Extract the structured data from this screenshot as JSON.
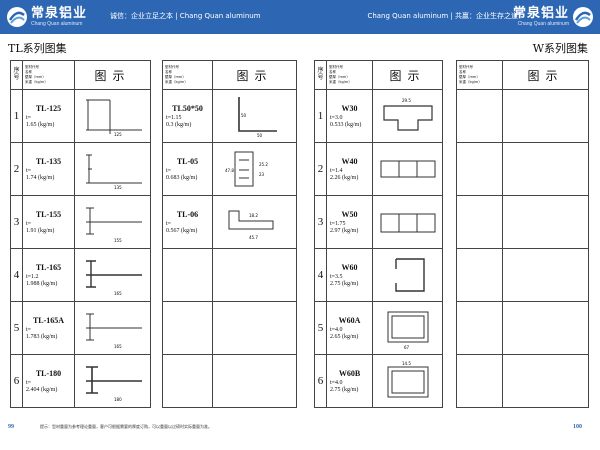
{
  "header": {
    "brand_cn": "常泉铝业",
    "brand_en": "Chang Quan aluminum",
    "slogan_left": "诚信：企业立足之本 | Chang Quan aluminum",
    "slogan_right": "Chang Quan aluminum | 共赢：企业生存之道",
    "accent": "#2d67b3"
  },
  "sections": {
    "left_title": "TL系列图集",
    "right_title": "W系列图集"
  },
  "table_header": {
    "no": "序号",
    "info": [
      "型材代号",
      "名称",
      "壁厚（mm）",
      "米重（kg/m）"
    ],
    "picture": "图示"
  },
  "tables": {
    "t1": [
      {
        "no": "1",
        "code": "TL-125",
        "t": "t=",
        "w": "1.65 (kg/m)",
        "dim": "125"
      },
      {
        "no": "2",
        "code": "TL-135",
        "t": "t=",
        "w": "1.74 (kg/m)",
        "dim": "135"
      },
      {
        "no": "3",
        "code": "TL-155",
        "t": "t=",
        "w": "1.91 (kg/m)",
        "dim": "155"
      },
      {
        "no": "4",
        "code": "TL-165",
        "t": "t=1.2",
        "w": "1.988 (kg/m)",
        "dim": "165"
      },
      {
        "no": "5",
        "code": "TL-165A",
        "t": "t=",
        "w": "1.783 (kg/m)",
        "dim": "165"
      },
      {
        "no": "6",
        "code": "TL-180",
        "t": "t=",
        "w": "2.404 (kg/m)",
        "dim": "180"
      }
    ],
    "t2": [
      {
        "code": "TL50*50",
        "t": "t=1.15",
        "w": "0.3 (kg/m)"
      },
      {
        "code": "TL-05",
        "t": "t=",
        "w": "0.683 (kg/m)"
      },
      {
        "code": "TL-06",
        "t": "t=",
        "w": "0.567 (kg/m)"
      }
    ],
    "t3": [
      {
        "no": "1",
        "code": "W30",
        "t": "t=3.0",
        "w": "0.533 (kg/m)"
      },
      {
        "no": "2",
        "code": "W40",
        "t": "t=1.4",
        "w": "2.26 (kg/m)"
      },
      {
        "no": "3",
        "code": "W50",
        "t": "t=1.75",
        "w": "2.97 (kg/m)"
      },
      {
        "no": "4",
        "code": "W60",
        "t": "t=3.5",
        "w": "2.75 (kg/m)"
      },
      {
        "no": "5",
        "code": "W60A",
        "t": "t=4.0",
        "w": "2.65 (kg/m)"
      },
      {
        "no": "6",
        "code": "W60B",
        "t": "t=4.0",
        "w": "2.75 (kg/m)"
      }
    ]
  },
  "dims": {
    "l1": "50",
    "l2": "50",
    "tl05a": "47.8",
    "tl05b": "25.2",
    "tl05c": "23",
    "tl06a": "18.2",
    "tl06b": "45.7",
    "w30": "29.5",
    "w60a": "67",
    "w60b": "14.5"
  },
  "footer": {
    "page_left": "99",
    "page_right": "100",
    "note": "提示：型材重量为参考理论重量，客户可根据需要的厚度订购，可以重量以过磅时实际重量为准。"
  }
}
